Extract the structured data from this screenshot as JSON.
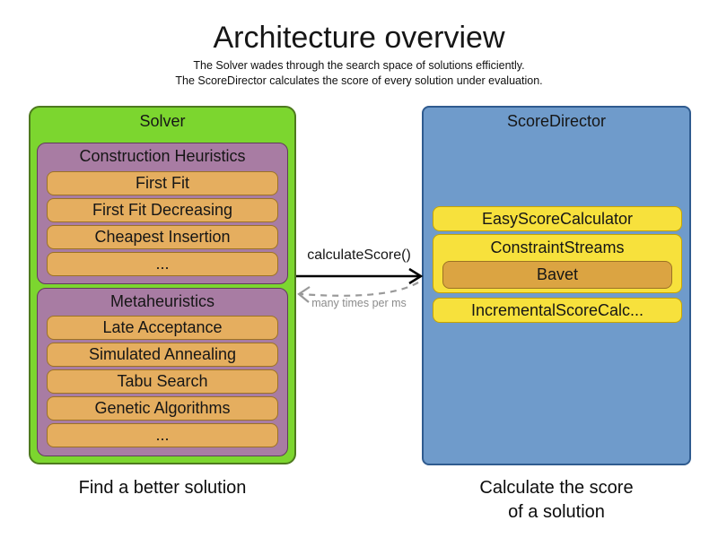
{
  "title": "Architecture overview",
  "subtitle": {
    "line1": "The Solver wades through the search space of solutions efficiently.",
    "line2": "The ScoreDirector calculates the score of every solution under evaluation."
  },
  "solver": {
    "title": "Solver",
    "caption": "Find a better solution",
    "construction_heuristics": {
      "title": "Construction Heuristics",
      "items": [
        "First Fit",
        "First Fit Decreasing",
        "Cheapest Insertion",
        "..."
      ]
    },
    "metaheuristics": {
      "title": "Metaheuristics",
      "items": [
        "Late Acceptance",
        "Simulated Annealing",
        "Tabu Search",
        "Genetic Algorithms",
        "..."
      ]
    }
  },
  "score_director": {
    "title": "ScoreDirector",
    "easy_score_calculator": "EasyScoreCalculator",
    "constraint_streams": "ConstraintStreams",
    "bavet": "Bavet",
    "incremental_score_calculator": "IncrementalScoreCalc...",
    "caption_line1": "Calculate the score",
    "caption_line2": "of a solution"
  },
  "connection": {
    "call_label": "calculateScore()",
    "frequency_label": "many times per ms"
  },
  "colors": {
    "solver_fill": "#7CD62F",
    "solver_border": "#4E7A1E",
    "phase_fill": "#A87CA3",
    "phase_border": "#613B5C",
    "algorithm_fill": "#E5AE5F",
    "algorithm_border": "#9C7224",
    "score_director_fill": "#6F9BCB",
    "score_director_border": "#2F5B8F",
    "calculator_fill": "#F7E13C",
    "calculator_border": "#C8A400",
    "bavet_fill": "#DBA442",
    "arrow_solid": "#000000",
    "arrow_dashed": "#999999",
    "muted_text": "#8C8C8C"
  }
}
